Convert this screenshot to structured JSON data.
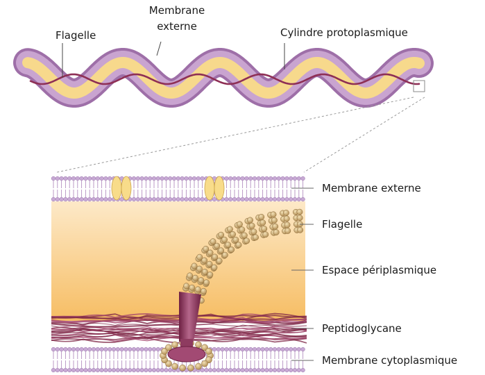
{
  "top_labels": {
    "flagelle": "Flagelle",
    "membrane_line1": "Membrane",
    "membrane_line2": "externe",
    "cylindre": "Cylindre protoplasmique"
  },
  "detail_labels": {
    "membrane_externe": "Membrane externe",
    "flagelle": "Flagelle",
    "espace": "Espace périplasmique",
    "peptidoglycane": "Peptidoglycane",
    "membrane_cyto": "Membrane cytoplasmique"
  },
  "colors": {
    "outer_membrane": "#c9a4d0",
    "outer_membrane_edge": "#9e6fa8",
    "cylinder": "#f7d98c",
    "flagellum": "#8e2f55",
    "periplasm_top": "#fde9c8",
    "periplasm_bottom": "#f6bd63",
    "lipid_head": "#c7a9d4",
    "lipid_tail": "#b48fc0",
    "porin": "#f8dc8a",
    "peptidoglycan": "#7e2546",
    "flagellum_bead": "#c8a468"
  }
}
